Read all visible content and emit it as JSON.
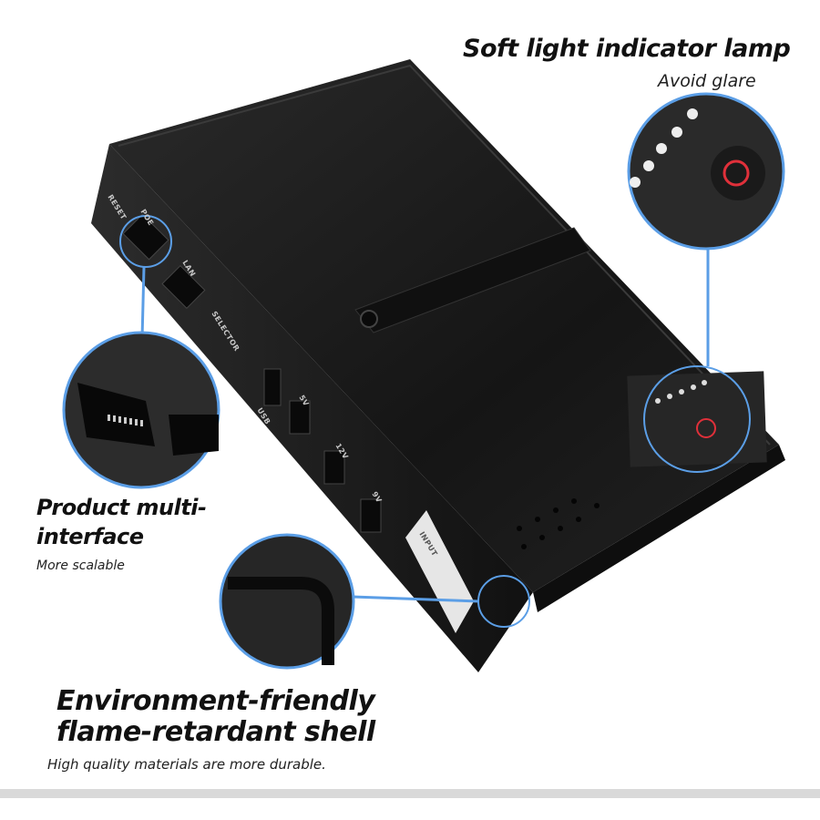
{
  "features": {
    "lamp": {
      "title": "Soft light indicator lamp",
      "subtitle": "Avoid glare"
    },
    "interface": {
      "title_line1": "Product multi-",
      "title_line2": "interface",
      "subtitle": "More scalable"
    },
    "shell": {
      "title_line1": "Environment-friendly",
      "title_line2": "flame-retardant shell",
      "subtitle": "High quality materials are more durable."
    }
  },
  "device_labels": [
    "RESET",
    "POE",
    "LAN",
    "SELECTOR",
    "USB",
    "5V",
    "12V",
    "9V",
    "INPUT"
  ],
  "colors": {
    "accent": "#5b9ee6",
    "body": "#1c1c1c",
    "indicator": "#e0303a"
  }
}
